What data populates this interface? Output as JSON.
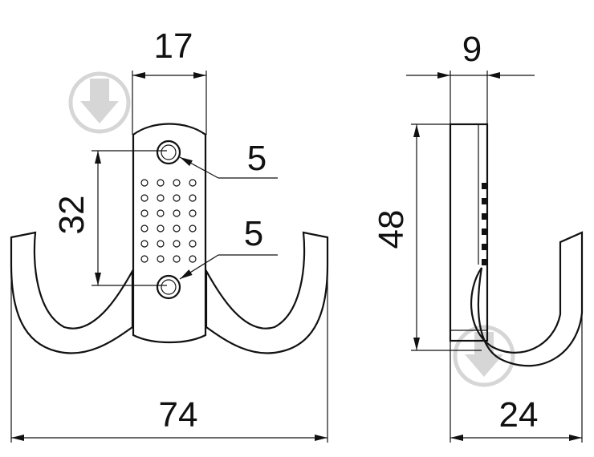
{
  "dimensions": {
    "front_width": "74",
    "plate_width": "17",
    "hole_spacing": "32",
    "hole_upper": "5",
    "hole_lower": "5",
    "side_thickness": "9",
    "side_height": "48",
    "side_depth": "24"
  },
  "colors": {
    "line": "#111111",
    "watermark": "#d6d6d6",
    "background": "#ffffff"
  },
  "icons": {
    "watermark": "drop-arrow-watermark-icon"
  }
}
